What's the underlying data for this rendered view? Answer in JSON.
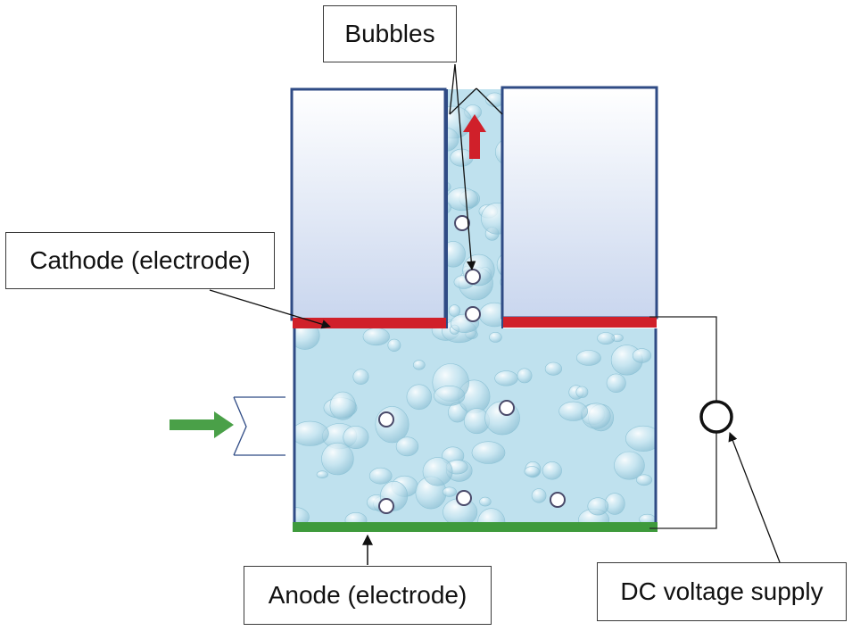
{
  "labels": {
    "bubbles": "Bubbles",
    "cathode": "Cathode (electrode)",
    "anode": "Anode (electrode)",
    "dc_supply": "DC voltage supply"
  },
  "colors": {
    "cathode": "#d0202a",
    "anode": "#3e9a3c",
    "inflow_arrow": "#4aa048",
    "outflow_arrow": "#d0202a",
    "water": "#bfe1ee",
    "upper_block": "#d6e1f3",
    "outline": "#2f4b85"
  }
}
